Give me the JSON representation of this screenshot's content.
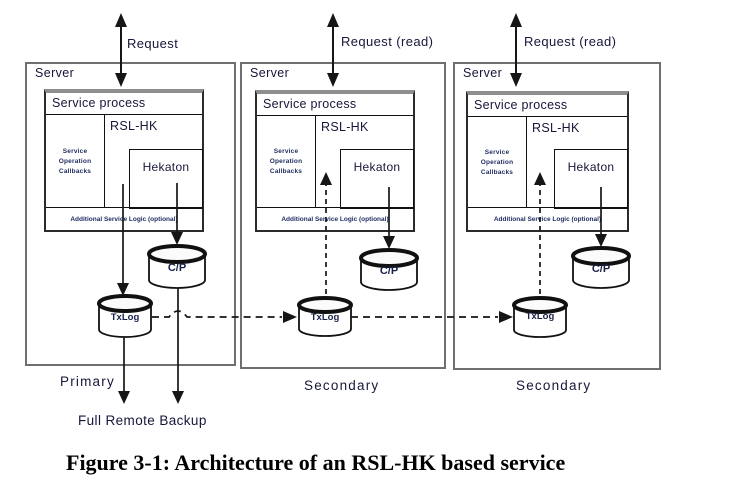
{
  "figure": {
    "caption": "Figure 3-1: Architecture of an RSL-HK based service",
    "request_labels": [
      "Request",
      "Request (read)",
      "Request (read)"
    ],
    "backup_label": "Full Remote Backup",
    "servers": [
      {
        "label": "Server",
        "role": "Primary",
        "process": {
          "title": "Service process",
          "rsl": "RSL-HK",
          "callbacks": [
            "Service",
            "Operation",
            "Callbacks"
          ],
          "hekaton": "Hekaton",
          "strip": "Additional Service Logic (optional)"
        },
        "cp": "C/P",
        "txlog": "TxLog"
      },
      {
        "label": "Server",
        "role": "Secondary",
        "process": {
          "title": "Service process",
          "rsl": "RSL-HK",
          "callbacks": [
            "Service",
            "Operation",
            "Callbacks"
          ],
          "hekaton": "Hekaton",
          "strip": "Additional Service Logic (optional)"
        },
        "cp": "C/P",
        "txlog": "TxLog"
      },
      {
        "label": "Server",
        "role": "Secondary",
        "process": {
          "title": "Service process",
          "rsl": "RSL-HK",
          "callbacks": [
            "Service",
            "Operation",
            "Callbacks"
          ],
          "hekaton": "Hekaton",
          "strip": "Additional Service Logic (optional)"
        },
        "cp": "C/P",
        "txlog": "TxLog"
      }
    ],
    "colors": {
      "ink": "#161616",
      "box_border_gray": "#6f6f6f"
    }
  }
}
